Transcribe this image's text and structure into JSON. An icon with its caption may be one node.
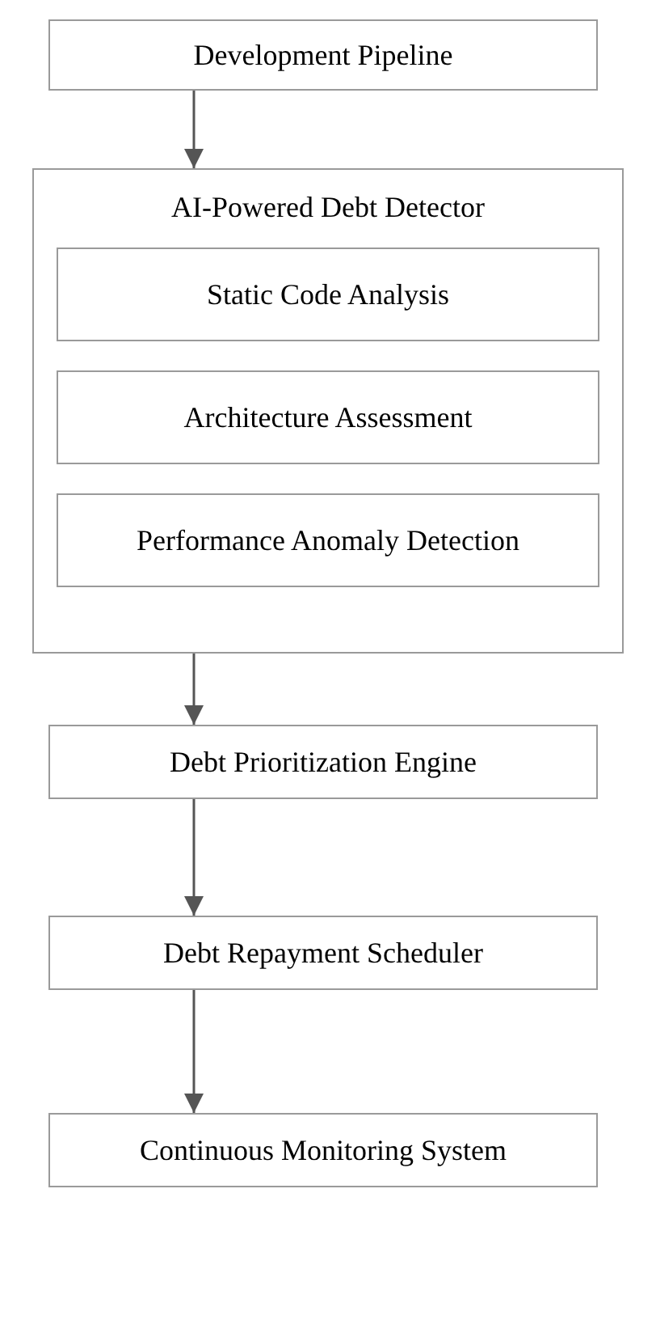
{
  "diagram": {
    "nodes": [
      {
        "text": [
          "Development Pipeline"
        ]
      },
      {
        "text": [
          "AI-Powered Debt Detector"
        ]
      },
      {
        "text": [
          "Static Code Analysis"
        ],
        "in": 1
      },
      {
        "text": [
          "Architecture Assessment"
        ],
        "in": 1
      },
      {
        "text": [
          "Performance Anomaly Detection"
        ],
        "in": 1
      },
      {
        "text": [
          "Debt Prioritization Engine"
        ]
      },
      {
        "text": [
          "Debt Repayment Scheduler"
        ]
      },
      {
        "text": [
          "Continuous Monitoring System"
        ]
      }
    ],
    "edges": [
      {
        "from": 0,
        "to": 1,
        "arrow": "to"
      },
      {
        "from": 1,
        "to": 5,
        "arrow": "to"
      },
      {
        "from": 5,
        "to": 6,
        "arrow": "to"
      },
      {
        "from": 6,
        "to": 7,
        "arrow": "to"
      }
    ]
  }
}
